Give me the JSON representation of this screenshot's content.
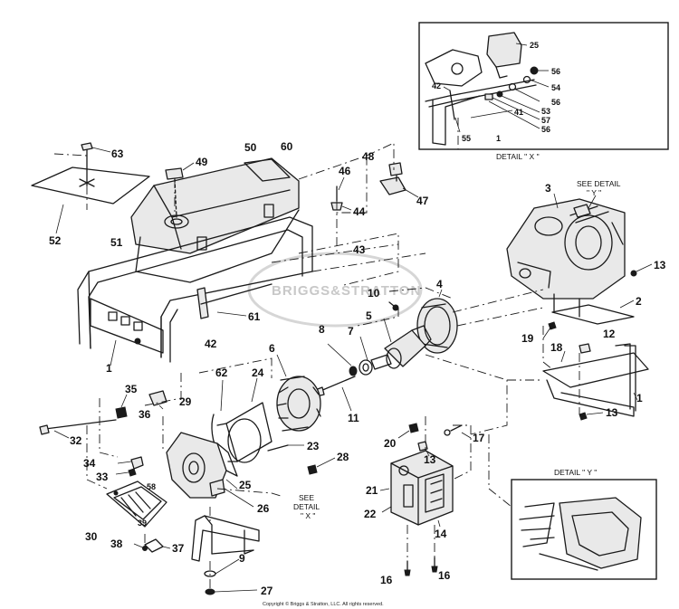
{
  "callouts": [
    {
      "id": "c63a",
      "text": "63"
    },
    {
      "id": "c52",
      "text": "52"
    },
    {
      "id": "c49",
      "text": "49"
    },
    {
      "id": "c50",
      "text": "50"
    },
    {
      "id": "c60",
      "text": "60"
    },
    {
      "id": "c51",
      "text": "51"
    },
    {
      "id": "c48",
      "text": "48"
    },
    {
      "id": "c46",
      "text": "46"
    },
    {
      "id": "c44",
      "text": "44"
    },
    {
      "id": "c47",
      "text": "47"
    },
    {
      "id": "c43",
      "text": "43"
    },
    {
      "id": "c61",
      "text": "61"
    },
    {
      "id": "c42b",
      "text": "42"
    },
    {
      "id": "c1a",
      "text": "1"
    },
    {
      "id": "c10",
      "text": "10"
    },
    {
      "id": "c4",
      "text": "4"
    },
    {
      "id": "c5",
      "text": "5"
    },
    {
      "id": "c8",
      "text": "8"
    },
    {
      "id": "c7",
      "text": "7"
    },
    {
      "id": "c6",
      "text": "6"
    },
    {
      "id": "c62",
      "text": "62"
    },
    {
      "id": "c24",
      "text": "24"
    },
    {
      "id": "c29",
      "text": "29"
    },
    {
      "id": "c11",
      "text": "11"
    },
    {
      "id": "c35",
      "text": "35"
    },
    {
      "id": "c36",
      "text": "36"
    },
    {
      "id": "c32",
      "text": "32"
    },
    {
      "id": "c23",
      "text": "23"
    },
    {
      "id": "c28",
      "text": "28"
    },
    {
      "id": "c34",
      "text": "34"
    },
    {
      "id": "c33",
      "text": "33"
    },
    {
      "id": "c25b",
      "text": "25"
    },
    {
      "id": "c58",
      "text": "58"
    },
    {
      "id": "c26",
      "text": "26"
    },
    {
      "id": "c30",
      "text": "30"
    },
    {
      "id": "c38",
      "text": "38"
    },
    {
      "id": "c37",
      "text": "37"
    },
    {
      "id": "c9",
      "text": "9"
    },
    {
      "id": "c27",
      "text": "27"
    },
    {
      "id": "c3",
      "text": "3"
    },
    {
      "id": "c13a",
      "text": "13"
    },
    {
      "id": "c2",
      "text": "2"
    },
    {
      "id": "c19",
      "text": "19"
    },
    {
      "id": "c12",
      "text": "12"
    },
    {
      "id": "c18",
      "text": "18"
    },
    {
      "id": "c1b",
      "text": "1"
    },
    {
      "id": "c13b",
      "text": "13"
    },
    {
      "id": "c20",
      "text": "20"
    },
    {
      "id": "c17",
      "text": "17"
    },
    {
      "id": "c13c",
      "text": "13"
    },
    {
      "id": "c21",
      "text": "21"
    },
    {
      "id": "c22",
      "text": "22"
    },
    {
      "id": "c14",
      "text": "14"
    },
    {
      "id": "c16a",
      "text": "16"
    },
    {
      "id": "c16b",
      "text": "16"
    },
    {
      "id": "c39",
      "text": "39"
    }
  ],
  "detail_x": {
    "title": "DETAIL \" X \"",
    "callouts": [
      {
        "id": "x25",
        "text": "25"
      },
      {
        "id": "x56a",
        "text": "56"
      },
      {
        "id": "x54",
        "text": "54"
      },
      {
        "id": "x42",
        "text": "42"
      },
      {
        "id": "x56b",
        "text": "56"
      },
      {
        "id": "x53",
        "text": "53"
      },
      {
        "id": "x57",
        "text": "57"
      },
      {
        "id": "x41",
        "text": "41"
      },
      {
        "id": "x56c",
        "text": "56"
      },
      {
        "id": "x55",
        "text": "55"
      },
      {
        "id": "x1",
        "text": "1"
      }
    ]
  },
  "detail_y": {
    "title": "DETAIL \" Y \""
  },
  "see_detail_y": [
    "SEE DETAIL",
    "\" Y \""
  ],
  "see_detail_x": [
    "SEE",
    "DETAIL",
    "\" X \""
  ],
  "watermark": "BRIGGS&STRATTON",
  "copyright": "Copyright © Briggs & Stratton, LLC. All rights reserved."
}
